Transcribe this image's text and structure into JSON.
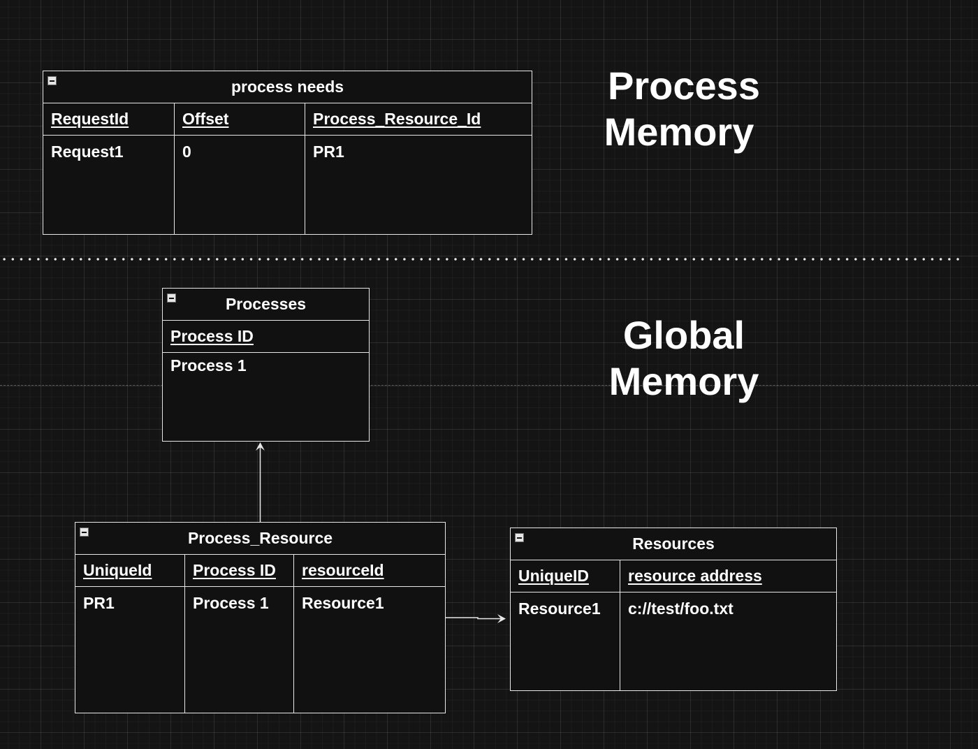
{
  "regions": {
    "process_memory_title": [
      "Process",
      "Memory"
    ],
    "global_memory_title": [
      "Global",
      "Memory"
    ]
  },
  "tables": {
    "process_needs": {
      "title": "process needs",
      "columns": [
        "RequestId",
        "Offset",
        "Process_Resource_Id"
      ],
      "rows": [
        [
          "Request1",
          "0",
          "PR1"
        ]
      ]
    },
    "processes": {
      "title": "Processes",
      "columns": [
        "Process ID"
      ],
      "rows": [
        [
          "Process 1"
        ]
      ]
    },
    "process_resource": {
      "title": "Process_Resource",
      "columns": [
        "UniqueId",
        "Process ID",
        "resourceId"
      ],
      "rows": [
        [
          "PR1",
          "Process 1",
          "Resource1"
        ]
      ]
    },
    "resources": {
      "title": "Resources",
      "columns": [
        "UniqueID",
        "resource address"
      ],
      "rows": [
        [
          "Resource1",
          "c://test/foo.txt"
        ]
      ]
    }
  },
  "relationships": [
    {
      "from": "process_resource",
      "to": "processes"
    },
    {
      "from": "process_resource",
      "to": "resources"
    }
  ],
  "icons": {
    "collapse": "collapse-toggle-icon",
    "arrow": "arrowhead-icon"
  },
  "colors": {
    "background": "#141414",
    "stroke": "#e8e8e8",
    "text": "#ffffff"
  }
}
